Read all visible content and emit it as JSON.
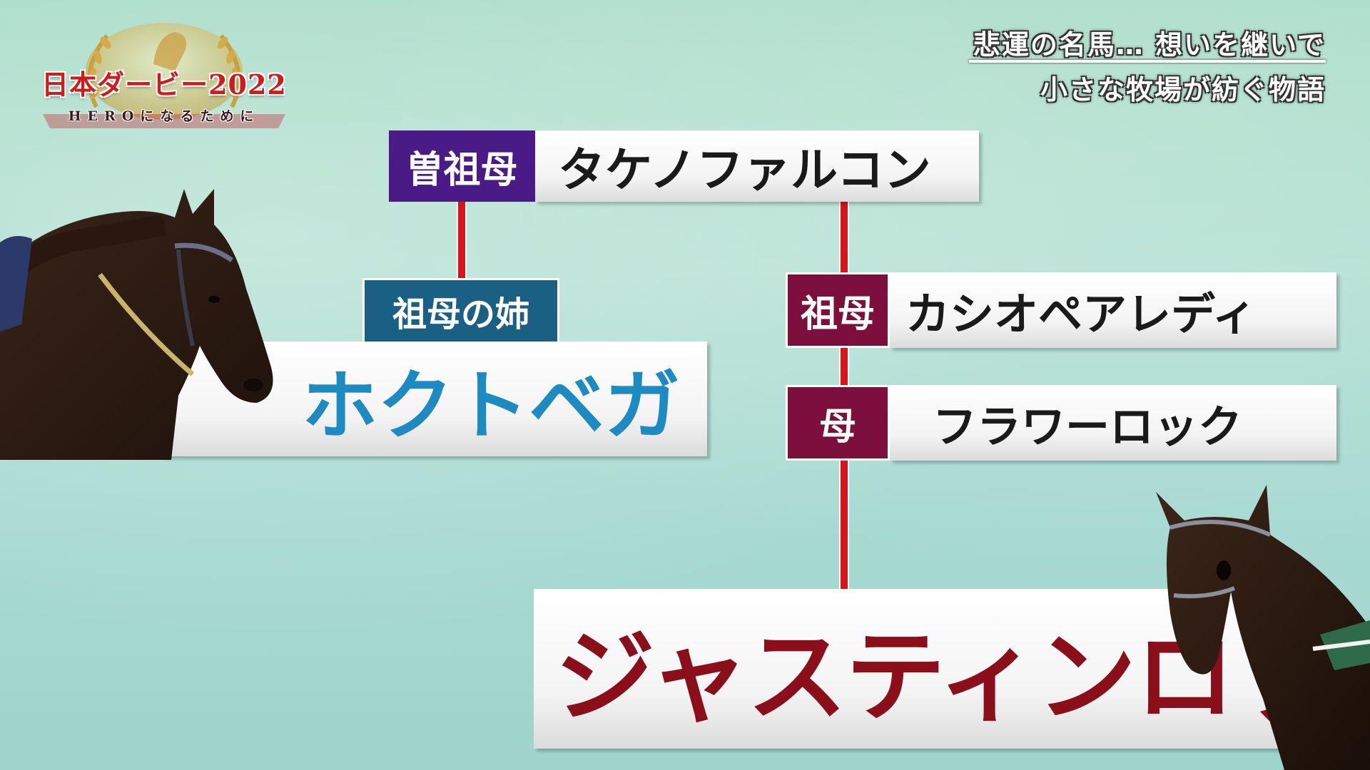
{
  "logo": {
    "title": "日本ダービー2022",
    "subtitle": "HEROになるために"
  },
  "caption": {
    "line1": "悲運の名馬… 想いを継いで",
    "line2": "小さな牧場が紡ぐ物語"
  },
  "pedigree": {
    "great_grandmother": {
      "label": "曽祖母",
      "name": "タケノファルコン"
    },
    "grandmother_sister": {
      "label": "祖母の姉",
      "name": "ホクトベガ"
    },
    "grandmother": {
      "label": "祖母",
      "name": "カシオペアレディ"
    },
    "mother": {
      "label": "母",
      "name": "フラワーロック"
    },
    "subject": {
      "name": "ジャスティンロック"
    }
  },
  "colors": {
    "line": "#d8151b",
    "great_grandmother_tag": "#4a1a86",
    "sister_tag": "#1a5f84",
    "maternal_tag": "#7d0f3c",
    "subject_name": "#8a0f1a",
    "sister_name": "#1d8ac2"
  },
  "icons": {
    "logo_emblem": "laurel-wreath-horse-icon",
    "left_photo": "horse-photo",
    "right_photo": "horse-photo"
  }
}
